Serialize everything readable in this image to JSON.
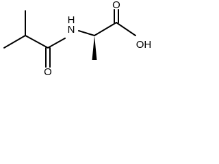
{
  "molecule": {
    "atoms": {
      "amide_nitrogen": "N",
      "amide_hydrogen": "H",
      "amide_oxygen": "O",
      "acid_carbonyl_oxygen": "O",
      "acid_hydroxyl": "OH"
    }
  }
}
